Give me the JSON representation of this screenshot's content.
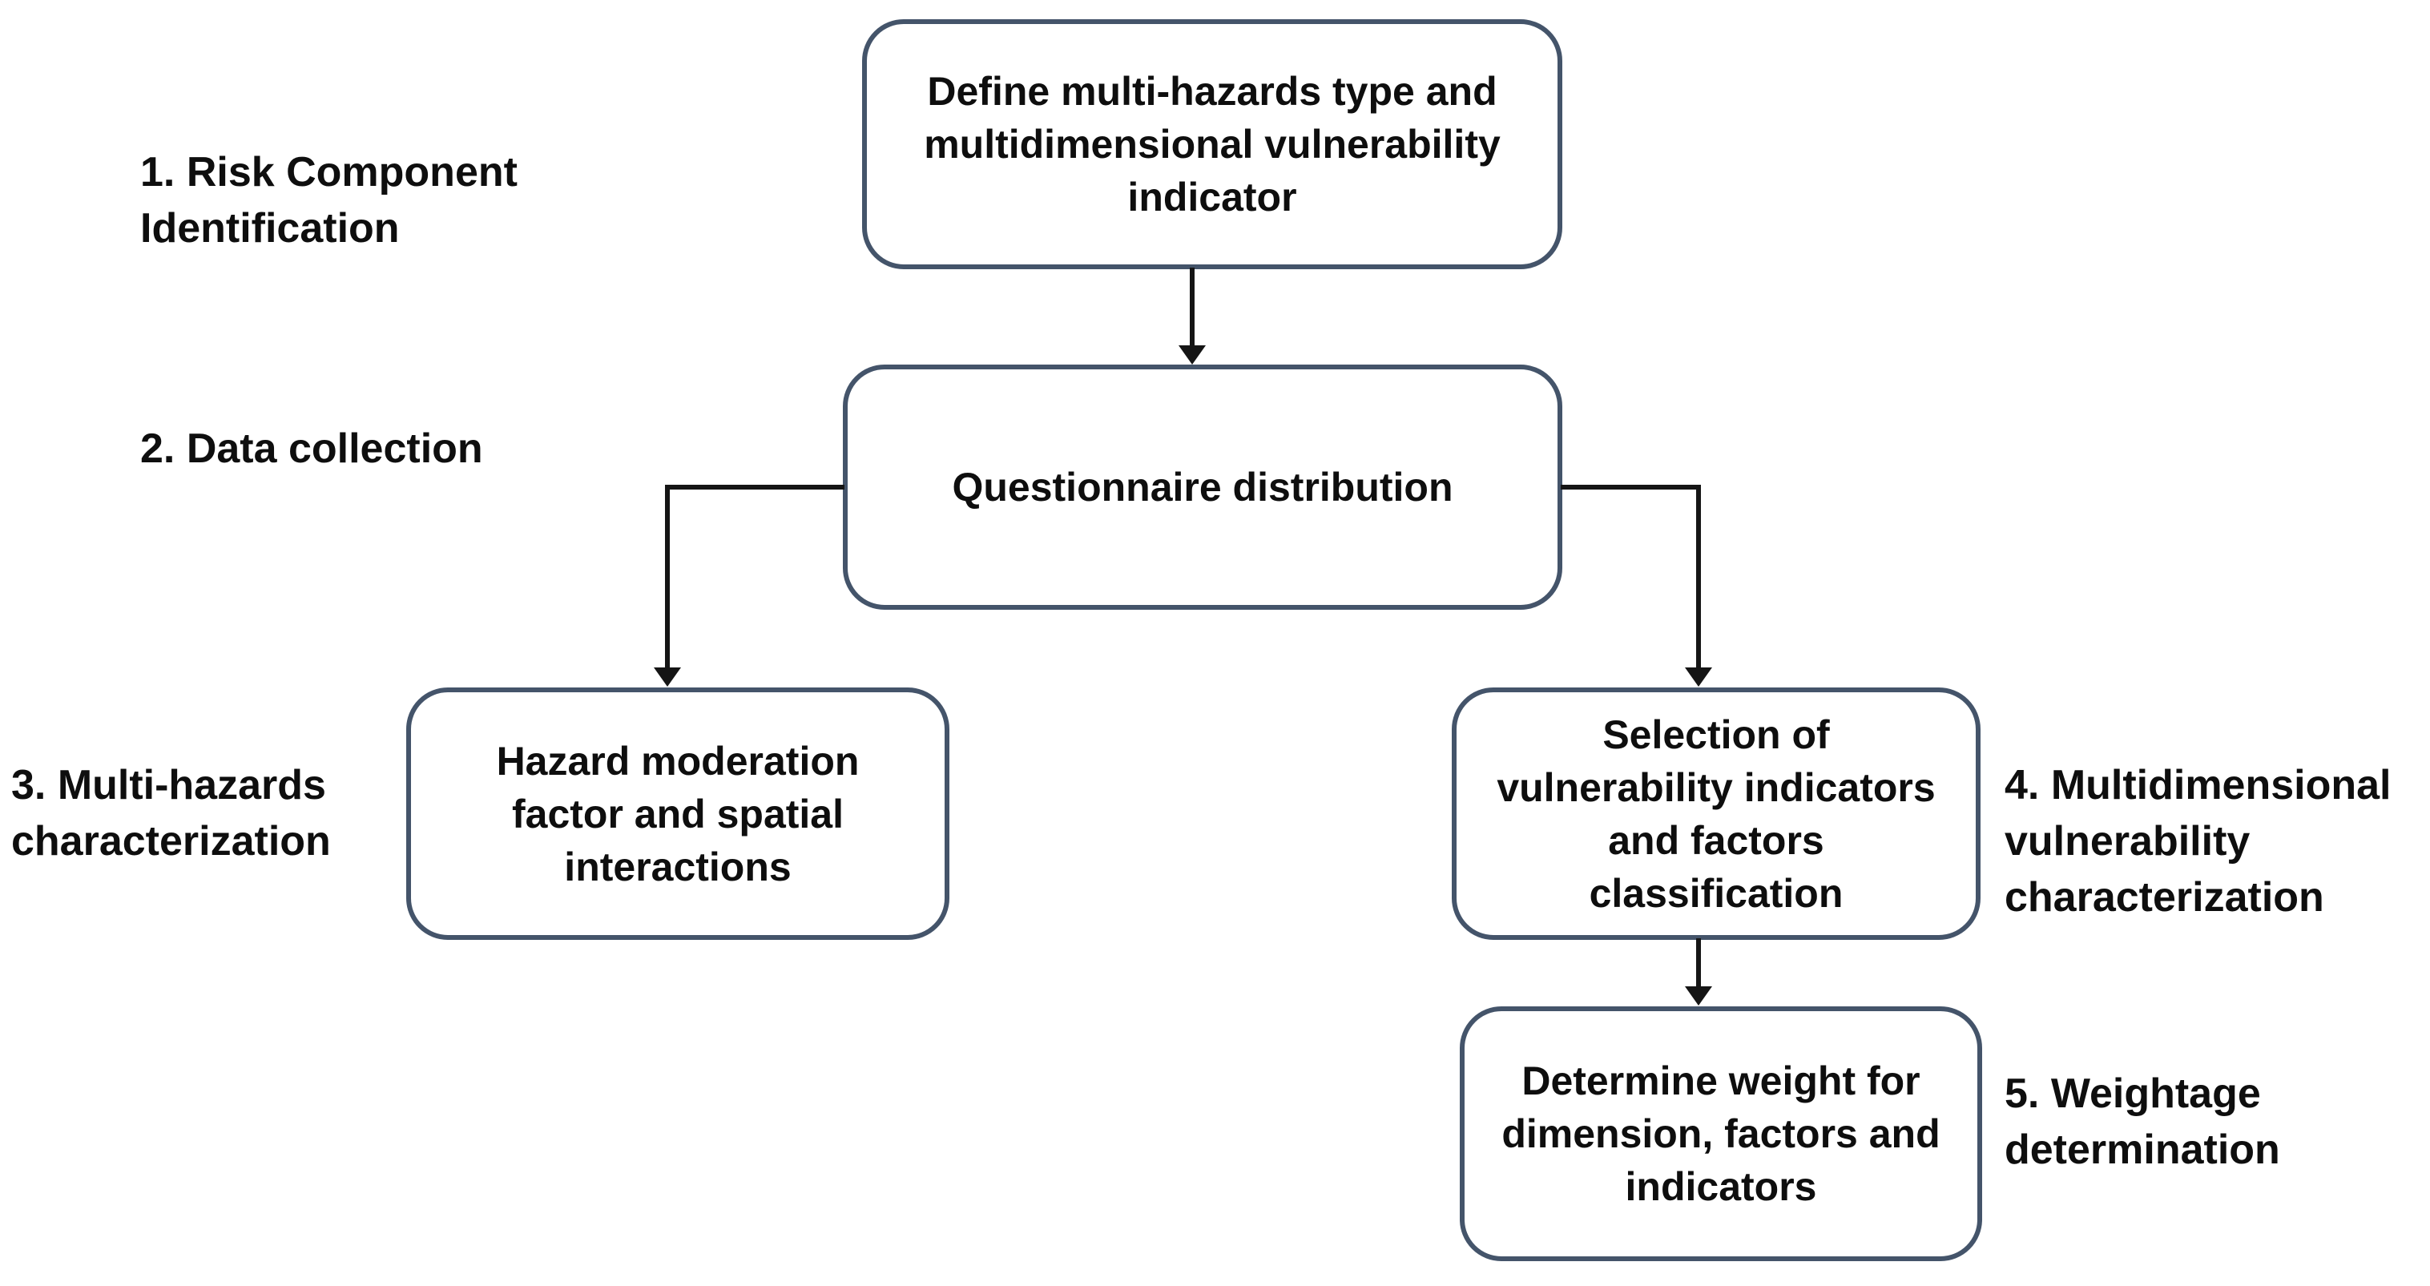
{
  "figure": {
    "type": "flowchart",
    "description": "Five-stage multi-hazard risk assessment methodology flowchart"
  },
  "colors": {
    "box_border": "#44546a",
    "connector": "#151515",
    "text": "#0e0e0e",
    "background": "#ffffff"
  },
  "boxes": {
    "define": {
      "text": "Define multi-hazards type and multidimensional vulnerability indicator",
      "lines": [
        "Define multi-hazards type and",
        "multidimensional vulnerability",
        "indicator"
      ]
    },
    "questionnaire": {
      "text": "Questionnaire distribution",
      "lines": [
        "Questionnaire distribution"
      ]
    },
    "hazard": {
      "text": "Hazard moderation factor and spatial interactions",
      "lines": [
        "Hazard moderation",
        "factor and spatial",
        "interactions"
      ]
    },
    "selection": {
      "text": "Selection of vulnerability indicators and factors classification",
      "lines": [
        "Selection of",
        "vulnerability indicators",
        "and factors",
        "classification"
      ]
    },
    "weight": {
      "text": "Determine weight for dimension, factors and indicators",
      "lines": [
        "Determine weight for",
        "dimension, factors and",
        "indicators"
      ]
    }
  },
  "labels": {
    "step1": {
      "text": "1. Risk Component Identification",
      "lines": [
        "1. Risk Component",
        "Identification"
      ]
    },
    "step2": {
      "text": "2. Data collection",
      "lines": [
        "2. Data collection"
      ]
    },
    "step3": {
      "text": "3. Multi-hazards characterization",
      "lines": [
        "3. Multi-hazards",
        "characterization"
      ]
    },
    "step4": {
      "text": "4. Multidimensional vulnerability characterization",
      "lines": [
        "4. Multidimensional",
        "vulnerability",
        "characterization"
      ]
    },
    "step5": {
      "text": "5. Weightage determination",
      "lines": [
        "5. Weightage",
        "determination"
      ]
    }
  }
}
